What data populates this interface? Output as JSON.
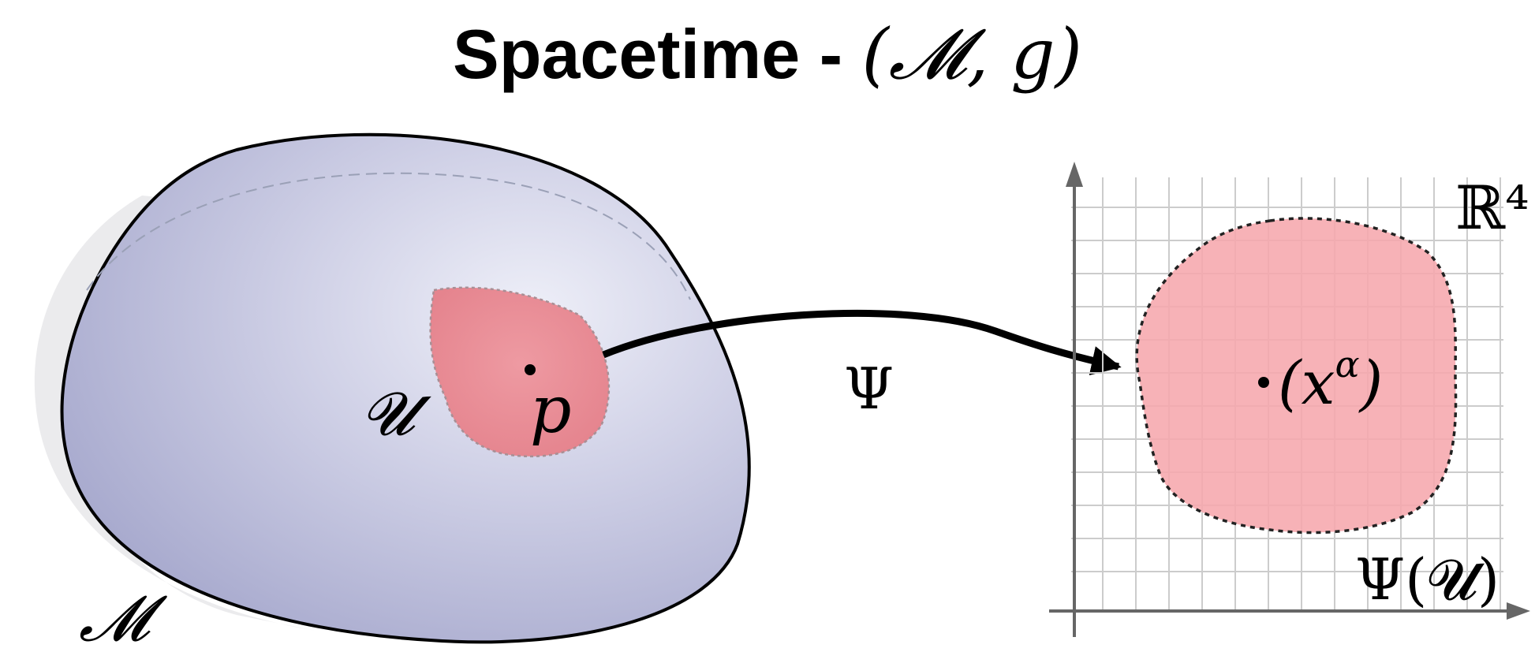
{
  "title": {
    "text": "Spacetime - ",
    "math": "(𝓜, g)"
  },
  "manifold": {
    "label": "𝓜",
    "region_label": "𝓤",
    "point_label": "p",
    "fill": "#b9bbd9",
    "region_fill": "#e58c94"
  },
  "map": {
    "label": "Ψ"
  },
  "chart": {
    "space_label": "ℝ⁴",
    "image_label": "Ψ(𝓤)",
    "coord_label": "(x",
    "coord_sup": "α",
    "coord_close": ")",
    "region_fill": "#f6a7ad",
    "grid_color": "#c8c8c8",
    "axis_color": "#666666"
  }
}
